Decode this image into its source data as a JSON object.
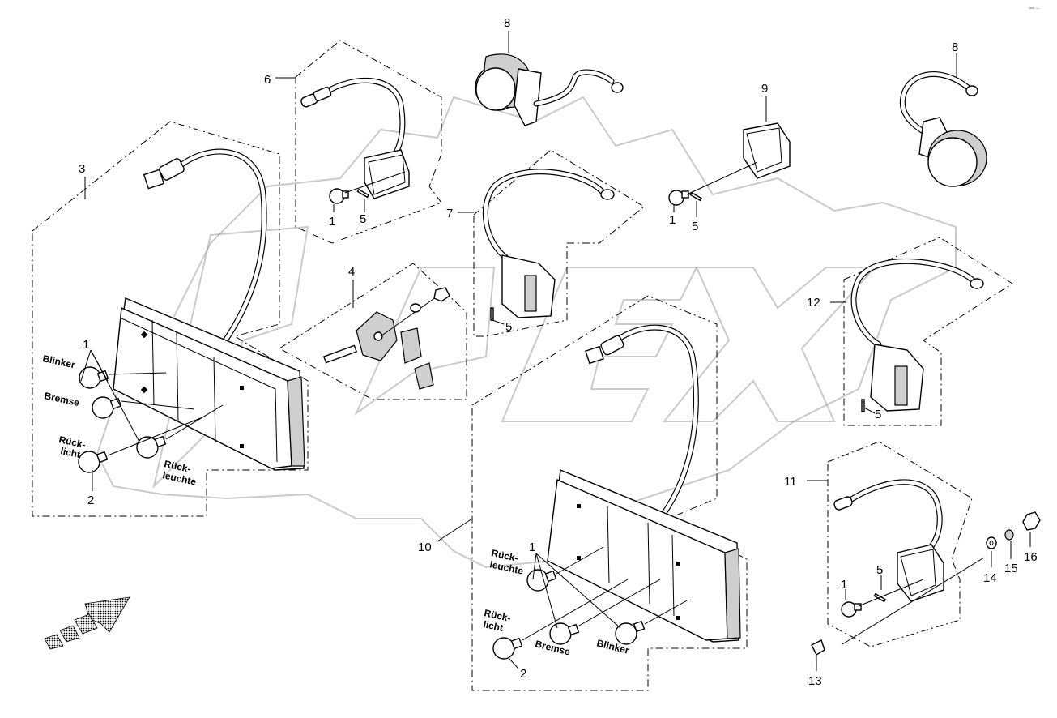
{
  "diagram": {
    "callouts": [
      "1",
      "2",
      "3",
      "4",
      "5",
      "6",
      "7",
      "8",
      "9",
      "10",
      "11",
      "12",
      "13",
      "14",
      "15",
      "16"
    ],
    "labels": {
      "blinker": "Blinker",
      "bremse": "Bremse",
      "rueck_1": "Rück-",
      "licht": "licht",
      "leuchte": "leuchte"
    },
    "watermark": "OPEX",
    "corner_mark": "ᵒᵖᵉˣ ▫▫▫"
  }
}
